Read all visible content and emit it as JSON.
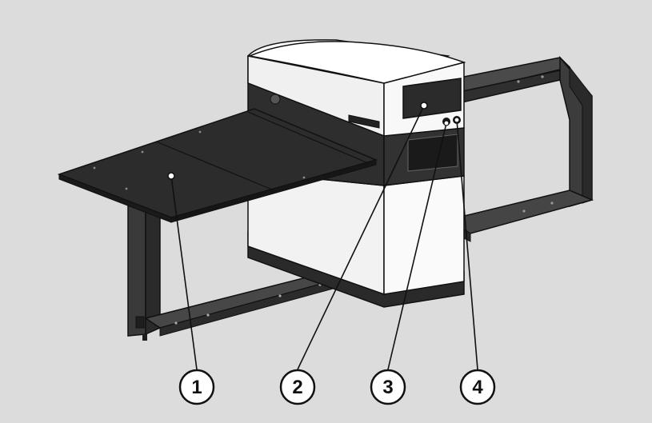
{
  "diagram": {
    "brand_text": "",
    "callouts": [
      {
        "label": "1"
      },
      {
        "label": "2"
      },
      {
        "label": "3"
      },
      {
        "label": "4"
      }
    ]
  },
  "colors": {
    "background": "#dcdcdc",
    "frame_dark": "#3a3a3a",
    "table_top": "#2a2a2a",
    "housing_white": "#f4f4f4",
    "outline": "#111111"
  }
}
